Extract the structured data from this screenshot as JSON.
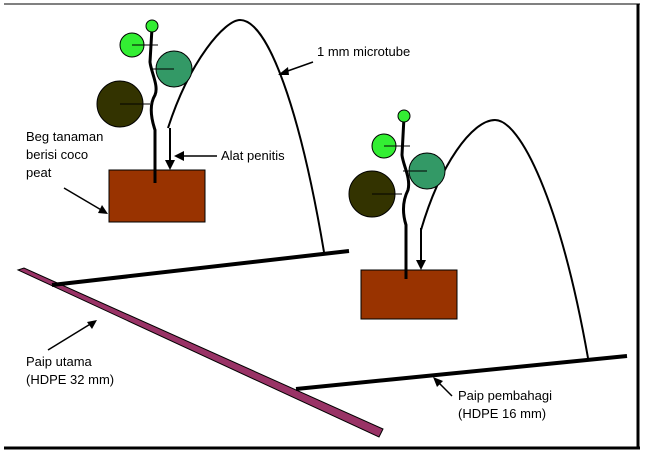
{
  "labels": {
    "microtube": "1 mm microtube",
    "beg_line1": "Beg tanaman",
    "beg_line2": "berisi coco",
    "beg_line3": "peat",
    "penitis": "Alat penitis",
    "paip_utama_line1": "Paip utama",
    "paip_utama_line2": "(HDPE 32 mm)",
    "paip_pembahagi_line1": "Paip pembahagi",
    "paip_pembahagi_line2": "(HDPE 16 mm)"
  },
  "colors": {
    "bag": "#993300",
    "main_pipe": "#993366",
    "leaf_small": "#33ee33",
    "leaf_medium": "#339966",
    "leaf_large": "#333300",
    "line": "#000000"
  }
}
